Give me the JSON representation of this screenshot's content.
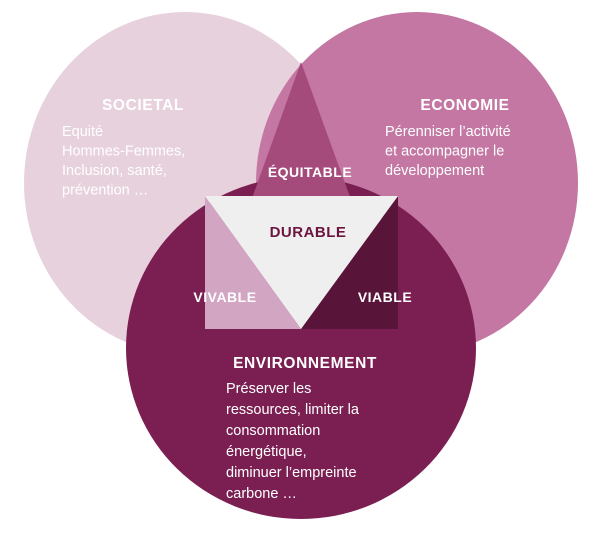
{
  "diagram": {
    "type": "venn-three-circle",
    "background_color": "#FFFFFF",
    "circles": [
      {
        "id": "societal",
        "title": "SOCIETAL",
        "body_lines": [
          "Equité",
          "Hommes-Femmes,",
          "Inclusion, santé,",
          "prévention …"
        ],
        "fill": "#E7D1DD",
        "text_color": "#FFFFFF",
        "position": "top-left"
      },
      {
        "id": "economie",
        "title": "ECONOMIE",
        "body_lines": [
          "Pérenniser l’activité",
          "et accompagner le",
          "développement"
        ],
        "fill": "#C377A2",
        "text_color": "#FFFFFF",
        "position": "top-right"
      },
      {
        "id": "environnement",
        "title": "ENVIRONNEMENT",
        "body_lines": [
          "Préserver les",
          "ressources, limiter la",
          "consommation",
          "énergétique,",
          "diminuer l’empreinte",
          "carbone …"
        ],
        "fill": "#7B1F52",
        "text_color": "#FFFFFF",
        "position": "bottom-center"
      }
    ],
    "overlaps": [
      {
        "id": "equitable",
        "label": "ÉQUITABLE",
        "fill": "#A54B7C",
        "text_color": "#FFFFFF",
        "between": "societal + economie"
      },
      {
        "id": "vivable",
        "label": "VIVABLE",
        "fill": "#D2A5C2",
        "text_color": "#FFFFFF",
        "between": "societal + environnement"
      },
      {
        "id": "viable",
        "label": "VIABLE",
        "fill": "#59143A",
        "text_color": "#FFFFFF",
        "between": "economie + environnement"
      }
    ],
    "center": {
      "id": "durable",
      "label": "DURABLE",
      "fill": "#F0EFEF",
      "text_color": "#6B1440",
      "between": "societal + economie + environnement"
    }
  }
}
